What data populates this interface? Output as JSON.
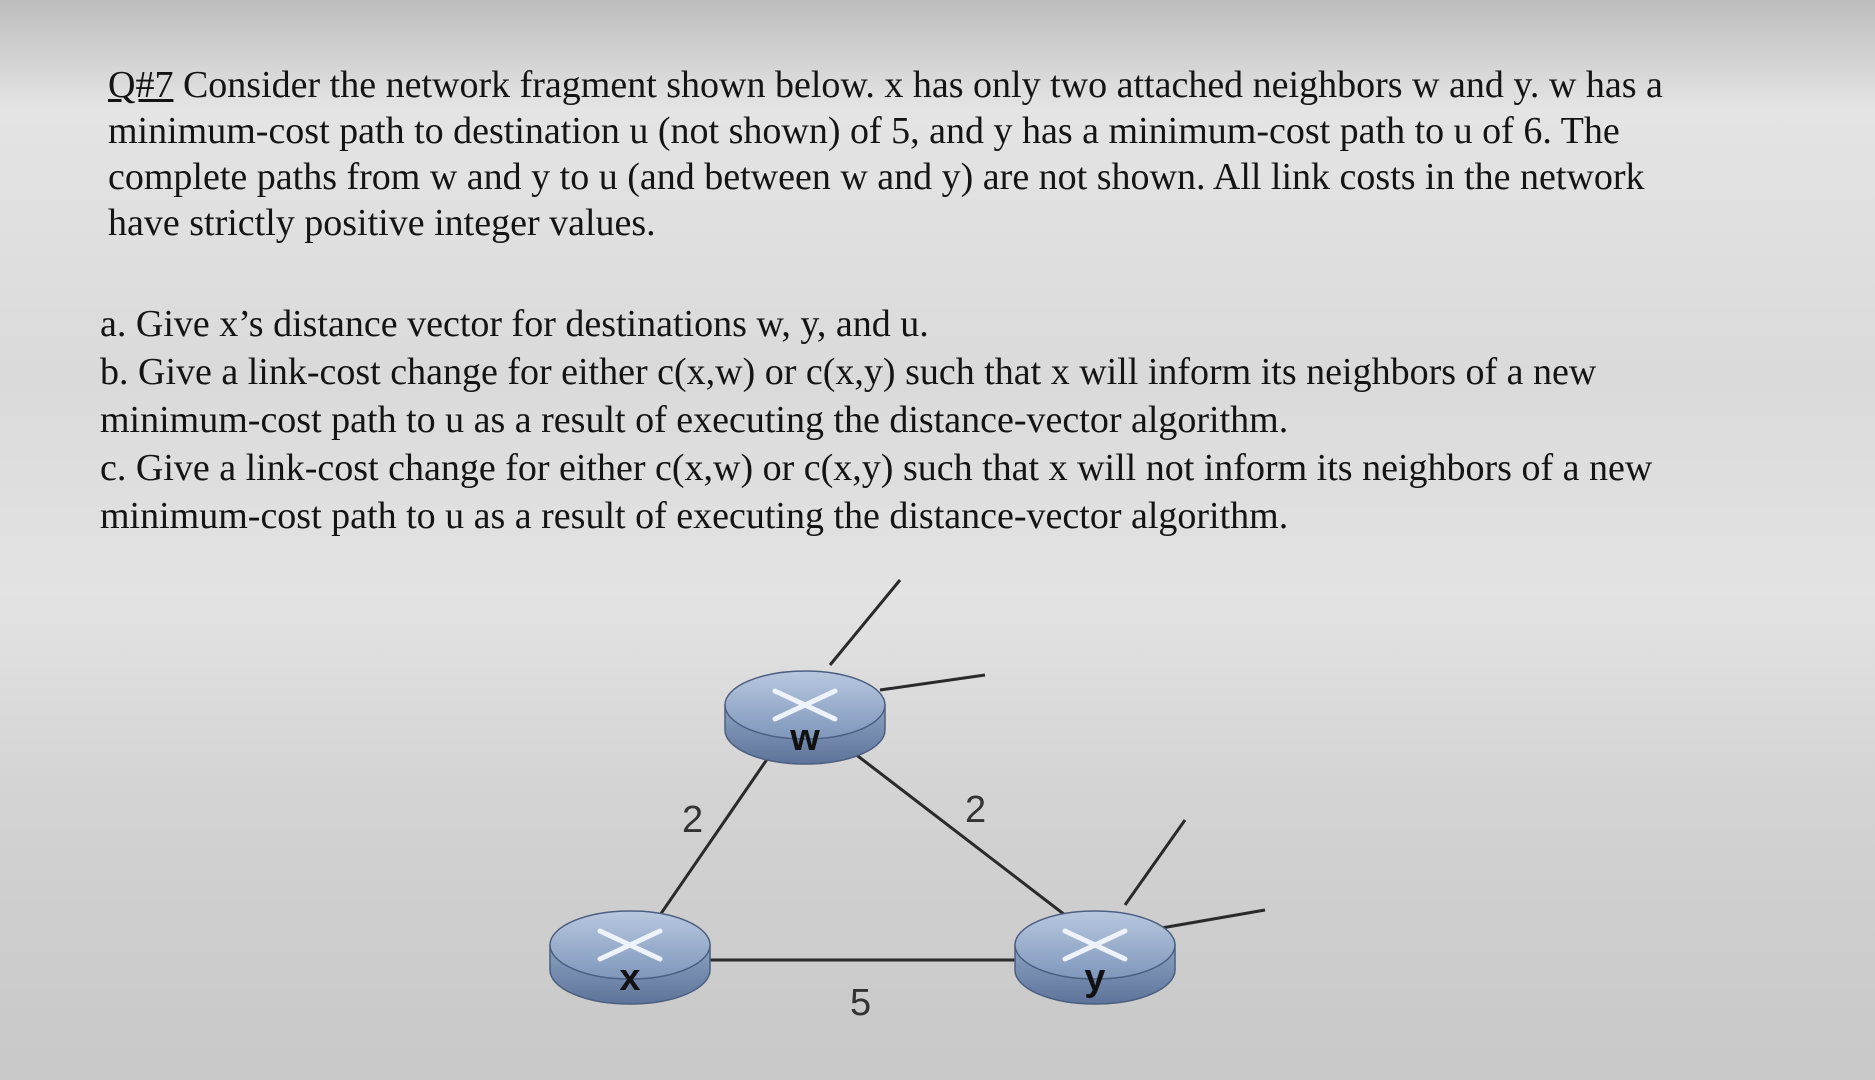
{
  "question": {
    "number": "Q#7",
    "text": "Consider the network fragment shown below. x has only two attached neighbors w and y. w has a minimum-cost path to destination u (not shown) of 5, and y has a minimum-cost path to u of 6. The complete paths from w and y to u (and between w and y) are not shown. All link costs in the network have strictly positive integer values."
  },
  "parts": [
    {
      "label": "a.",
      "text": "Give x’s distance vector for destinations w, y, and u."
    },
    {
      "label": "b.",
      "text": "Give a link-cost change for either c(x,w) or c(x,y) such that x will inform its neighbors of a new minimum-cost path to u as a result of executing the distance-vector algorithm."
    },
    {
      "label": "c.",
      "text": "Give a link-cost change for either c(x,w) or c(x,y) such that x will not inform its neighbors of a new minimum-cost path to u as a result of executing the distance-vector algorithm."
    }
  ],
  "diagram": {
    "routers": {
      "w": "w",
      "x": "x",
      "y": "y"
    },
    "links": {
      "x_w": "2",
      "w_y": "2",
      "x_y": "5"
    }
  }
}
